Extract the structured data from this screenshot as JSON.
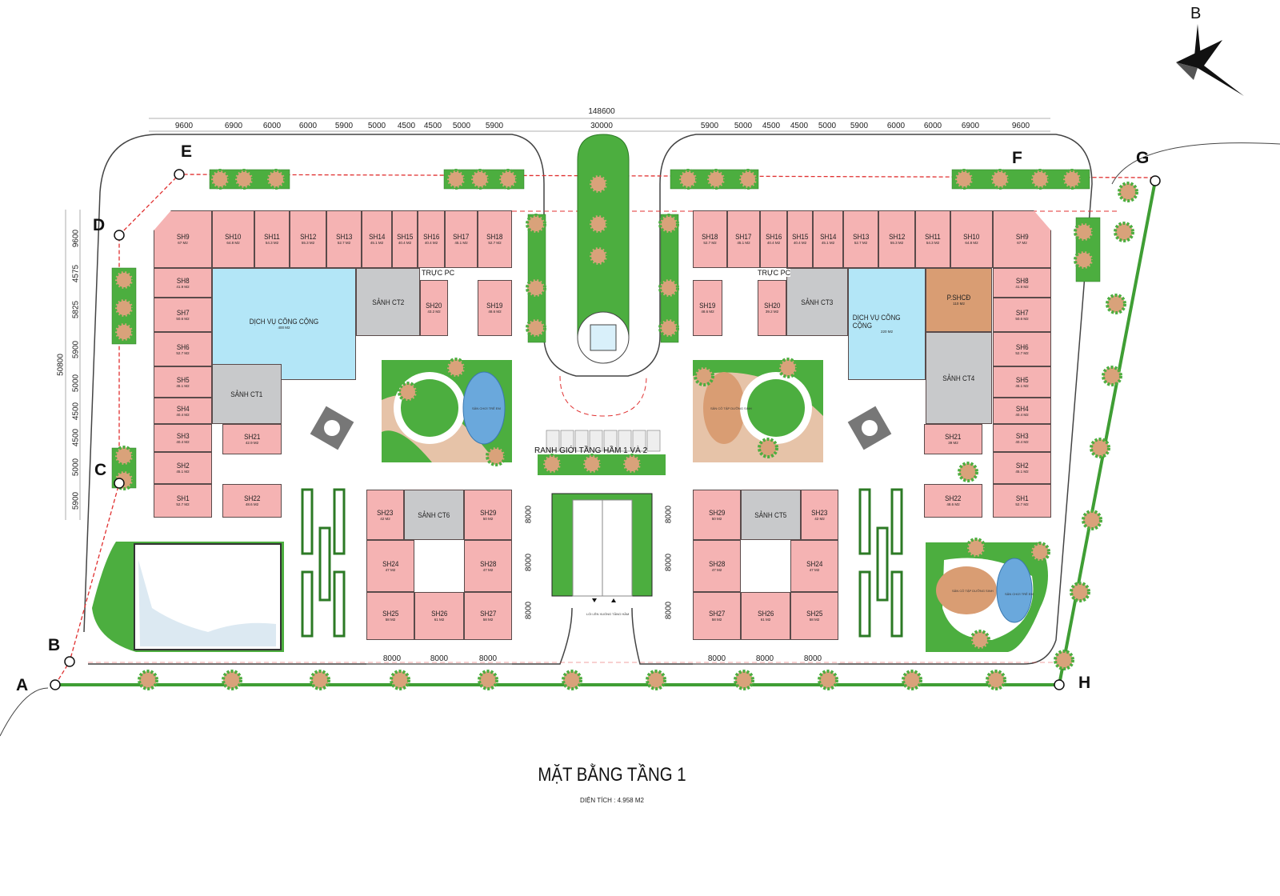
{
  "title": "MẶT BẰNG TẦNG 1",
  "subtitle": "DIỆN TÍCH : 4.958 M2",
  "compass_label": "B",
  "points": {
    "A": "A",
    "B": "B",
    "C": "C",
    "D": "D",
    "E": "E",
    "F": "F",
    "G": "G",
    "H": "H"
  },
  "dimensions": {
    "overall_width": "148600",
    "center_width": "30000",
    "top_left": [
      "9600",
      "6900",
      "6000",
      "6000",
      "5900",
      "5000",
      "4500",
      "4500",
      "5000",
      "5900"
    ],
    "top_right": [
      "5900",
      "5000",
      "4500",
      "4500",
      "5000",
      "5900",
      "6000",
      "6000",
      "6900",
      "9600"
    ],
    "left_total": "50800",
    "left": [
      "9600",
      "4575",
      "5825",
      "5900",
      "5000",
      "4500",
      "4500",
      "5000",
      "5900"
    ],
    "bottom_left": [
      "8000",
      "8000",
      "8000"
    ],
    "bottom_right": [
      "8000",
      "8000",
      "8000"
    ],
    "side_left_block": [
      "8000",
      "8000",
      "8000"
    ],
    "side_right_block": [
      "8000",
      "8000",
      "8000"
    ]
  },
  "labels": {
    "truc_pc_left": "TRỰC PC",
    "truc_pc_right": "TRỰC PC",
    "basement_boundary": "RANH GIỚI TẦNG HẦM 1 VÀ 2",
    "ramp": "LỐI LÊN XUỐNG TẦNG HẦM",
    "exercise_lawn": "SÂN CỎ TẬP DƯỠNG SINH",
    "playground": "SÂN CHƠI TRẺ EM"
  },
  "colors": {
    "shop": "#f5b3b3",
    "public_service": "#b3e6f7",
    "lobby": "#c8c9cb",
    "community_room": "#d99d73",
    "green": "#4cae3f",
    "property_line": "#e03030"
  },
  "rooms": {
    "L_SH9": {
      "label": "SH9",
      "area": "67 M2"
    },
    "L_SH10": {
      "label": "SH10",
      "area": "64.8 M2"
    },
    "L_SH11": {
      "label": "SH11",
      "area": "54.3 M2"
    },
    "L_SH12": {
      "label": "SH12",
      "area": "55.3 M2"
    },
    "L_SH13": {
      "label": "SH13",
      "area": "52.7 M2"
    },
    "L_SH14": {
      "label": "SH14",
      "area": "45.1 M2"
    },
    "L_SH15": {
      "label": "SH15",
      "area": "40.4 M2"
    },
    "L_SH16": {
      "label": "SH16",
      "area": "40.4 M2"
    },
    "L_SH17": {
      "label": "SH17",
      "area": "45.1 M2"
    },
    "L_SH18": {
      "label": "SH18",
      "area": "52.7 M2"
    },
    "L_SH8": {
      "label": "SH8",
      "area": "41.9 M2"
    },
    "L_SH7": {
      "label": "SH7",
      "area": "50.6 M2"
    },
    "L_SH6": {
      "label": "SH6",
      "area": "52.7 M2"
    },
    "L_SH5": {
      "label": "SH5",
      "area": "45.1 M2"
    },
    "L_SH4": {
      "label": "SH4",
      "area": "40.4 M2"
    },
    "L_SH3": {
      "label": "SH3",
      "area": "40.4 M2"
    },
    "L_SH2": {
      "label": "SH2",
      "area": "45.1 M2"
    },
    "L_SH1": {
      "label": "SH1",
      "area": "52.7 M2"
    },
    "L_DV": {
      "label": "DỊCH VỤ CÔNG CỘNG",
      "area": "400 M2"
    },
    "L_CT2": {
      "label": "SẢNH CT2",
      "area": ""
    },
    "L_SH20": {
      "label": "SH20",
      "area": "43.2 M2"
    },
    "L_SH19": {
      "label": "SH19",
      "area": "48.6 M2"
    },
    "L_CT1": {
      "label": "SẢNH CT1",
      "area": ""
    },
    "L_SH21": {
      "label": "SH21",
      "area": "42.9 M2"
    },
    "L_SH22": {
      "label": "SH22",
      "area": "48.6 M2"
    },
    "B1_SH23": {
      "label": "SH23",
      "area": "42 M2"
    },
    "B1_CT6": {
      "label": "SẢNH CT6",
      "area": ""
    },
    "B1_SH29": {
      "label": "SH29",
      "area": "50 M2"
    },
    "B1_SH24": {
      "label": "SH24",
      "area": "47 M2"
    },
    "B1_SH28": {
      "label": "SH28",
      "area": "47 M2"
    },
    "B1_SH25": {
      "label": "SH25",
      "area": "58 M2"
    },
    "B1_SH26": {
      "label": "SH26",
      "area": "61 M2"
    },
    "B1_SH27": {
      "label": "SH27",
      "area": "58 M2"
    },
    "R_SH9": {
      "label": "SH9",
      "area": "67 M2"
    },
    "R_SH10": {
      "label": "SH10",
      "area": "64.8 M2"
    },
    "R_SH11": {
      "label": "SH11",
      "area": "54.3 M2"
    },
    "R_SH12": {
      "label": "SH12",
      "area": "55.3 M2"
    },
    "R_SH13": {
      "label": "SH13",
      "area": "52.7 M2"
    },
    "R_SH14": {
      "label": "SH14",
      "area": "45.1 M2"
    },
    "R_SH15": {
      "label": "SH15",
      "area": "40.4 M2"
    },
    "R_SH16": {
      "label": "SH16",
      "area": "40.4 M2"
    },
    "R_SH17": {
      "label": "SH17",
      "area": "45.1 M2"
    },
    "R_SH18": {
      "label": "SH18",
      "area": "52.7 M2"
    },
    "R_SH8": {
      "label": "SH8",
      "area": "41.9 M2"
    },
    "R_SH7": {
      "label": "SH7",
      "area": "50.6 M2"
    },
    "R_SH6": {
      "label": "SH6",
      "area": "52.7 M2"
    },
    "R_SH5": {
      "label": "SH5",
      "area": "45.1 M2"
    },
    "R_SH4": {
      "label": "SH4",
      "area": "40.4 M2"
    },
    "R_SH3": {
      "label": "SH3",
      "area": "40.4 M2"
    },
    "R_SH2": {
      "label": "SH2",
      "area": "45.1 M2"
    },
    "R_SH1": {
      "label": "SH1",
      "area": "52.7 M2"
    },
    "R_DV": {
      "label": "DỊCH VỤ CÔNG CỘNG",
      "area": "220 M2"
    },
    "R_SHCD": {
      "label": "P.SHCĐ",
      "area": "110 M2"
    },
    "R_CT3": {
      "label": "SẢNH CT3",
      "area": ""
    },
    "R_SH20": {
      "label": "SH20",
      "area": "39.2 M2"
    },
    "R_SH19": {
      "label": "SH19",
      "area": "48.6 M2"
    },
    "R_CT4": {
      "label": "SẢNH CT4",
      "area": ""
    },
    "R_SH21": {
      "label": "SH21",
      "area": "39 M2"
    },
    "R_SH22": {
      "label": "SH22",
      "area": "48.6 M2"
    },
    "B2_SH29": {
      "label": "SH29",
      "area": "50 M2"
    },
    "B2_CT5": {
      "label": "SẢNH CT5",
      "area": ""
    },
    "B2_SH23": {
      "label": "SH23",
      "area": "42 M2"
    },
    "B2_SH28": {
      "label": "SH28",
      "area": "47 M2"
    },
    "B2_SH24": {
      "label": "SH24",
      "area": "47 M2"
    },
    "B2_SH27": {
      "label": "SH27",
      "area": "58 M2"
    },
    "B2_SH26": {
      "label": "SH26",
      "area": "61 M2"
    },
    "B2_SH25": {
      "label": "SH25",
      "area": "58 M2"
    }
  }
}
